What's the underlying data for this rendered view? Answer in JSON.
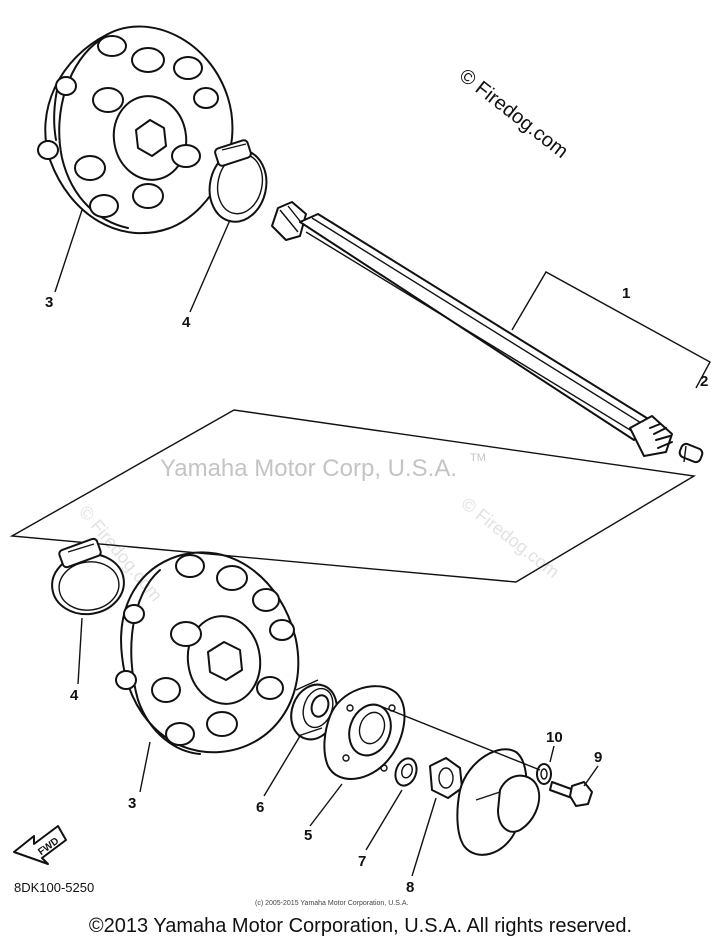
{
  "watermarks": {
    "center": "Yamaha Motor Corp, U.S.A.",
    "tm": "TM",
    "firedog": "© Firedog.com"
  },
  "callouts": {
    "c1": "1",
    "c2": "2",
    "c3_top": "3",
    "c4_top": "4",
    "c4_bottom": "4",
    "c3_bottom": "3",
    "c5": "5",
    "c6": "6",
    "c7": "7",
    "c8": "8",
    "c9": "9",
    "c10": "10"
  },
  "fwd_label": "FWD",
  "part_code": "8DK100-5250",
  "small_copyright": "(c) 2005-2015 Yamaha Motor Corporation, U.S.A.",
  "copyright": "©2013 Yamaha Motor Corporation, U.S.A. All rights reserved."
}
